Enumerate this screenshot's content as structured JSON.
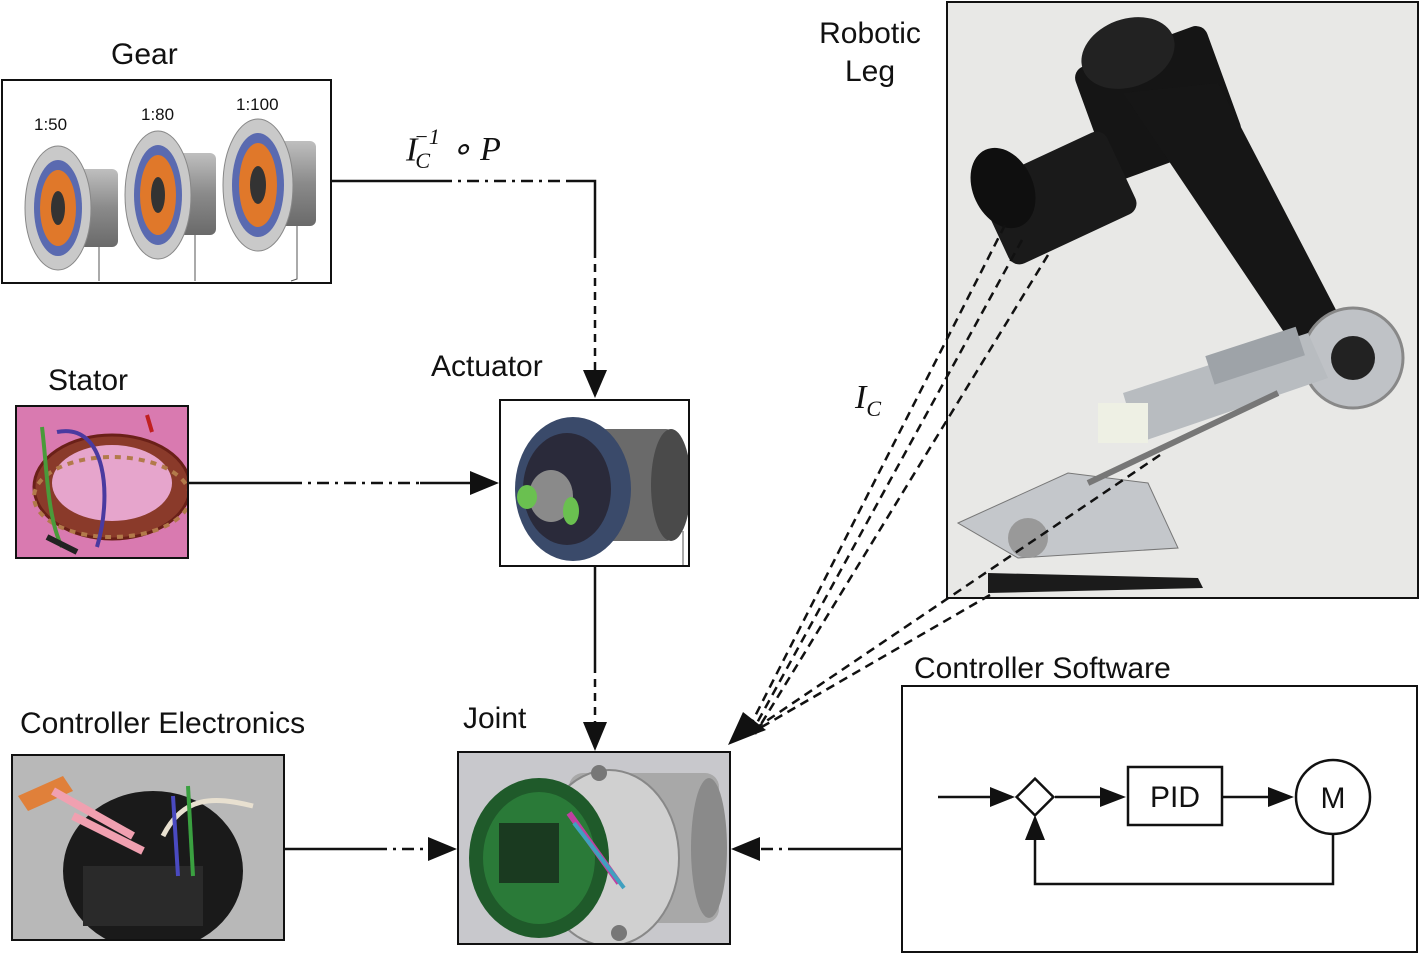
{
  "labels": {
    "gear": "Gear",
    "stator": "Stator",
    "actuator": "Actuator",
    "robotic_leg": "Robotic\nLeg",
    "controller_electronics": "Controller Electronics",
    "joint": "Joint",
    "controller_software": "Controller Software"
  },
  "gear_ratios": [
    "1:50",
    "1:80",
    "1:100"
  ],
  "math": {
    "upper": {
      "base": "I",
      "sub": "C",
      "sup": "−1",
      "tail": " ∘ P"
    },
    "lower": {
      "base": "I",
      "sub": "C"
    }
  },
  "controller_block": {
    "pid": "PID",
    "motor": "M"
  },
  "colors": {
    "line": "#111111",
    "stator_bg": "#d97ab0",
    "gear_orange": "#e0782a"
  },
  "icons": [
    "gear-set-image",
    "stator-image",
    "actuator-image",
    "robotic-leg-image",
    "controller-electronics-image",
    "joint-image"
  ]
}
